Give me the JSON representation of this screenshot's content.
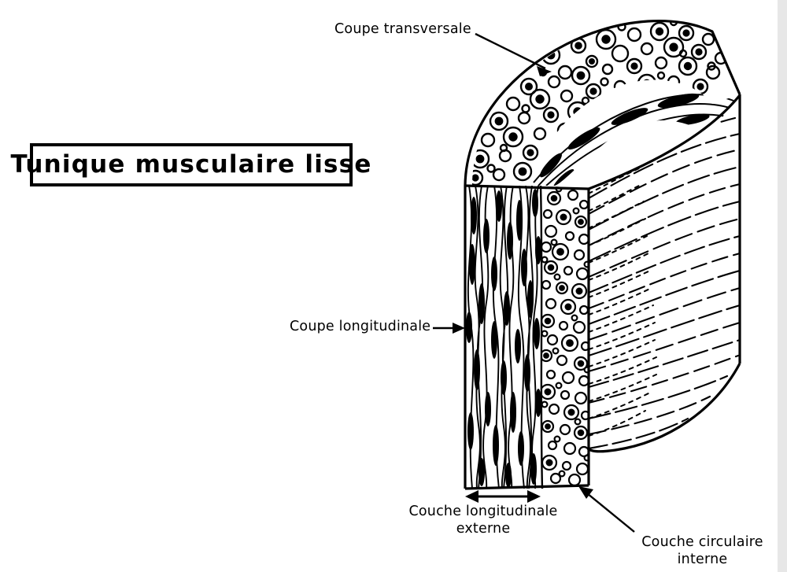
{
  "page": {
    "background_color": "#ffffff",
    "scrollbar_color": "#e7e7e7",
    "ink_color": "#000000"
  },
  "title": {
    "text": "Tunique musculaire lisse",
    "boxed": true
  },
  "labels": {
    "cross_section": "Coupe transversale",
    "longitudinal_section": "Coupe longitudinale",
    "outer_longitudinal_layer_line1": "Couche longitudinale",
    "outer_longitudinal_layer_line2": "externe",
    "inner_circular_layer_line1": "Couche circulaire",
    "inner_circular_layer_line2": "interne"
  },
  "diagram": {
    "subject": "smooth-muscle-tunic-block-diagram",
    "views": [
      "transverse-section-of-outer-longitudinal-layer",
      "longitudinal-section-of-outer-longitudinal-layer",
      "transverse-section-of-inner-circular-layer",
      "longitudinal-section-of-inner-circular-layer"
    ],
    "callouts": [
      {
        "name": "coupe-transversale",
        "arrow": "down-right",
        "target": "top-cross-section-face"
      },
      {
        "name": "coupe-longitudinale",
        "arrow": "right",
        "target": "front-left-longitudinal-panel"
      },
      {
        "name": "couche-longitudinale-externe",
        "arrow": "double-horizontal",
        "target": "outer-layer-thickness"
      },
      {
        "name": "couche-circulaire-interne",
        "arrow": "up-left",
        "target": "inner-circular-band"
      }
    ]
  }
}
